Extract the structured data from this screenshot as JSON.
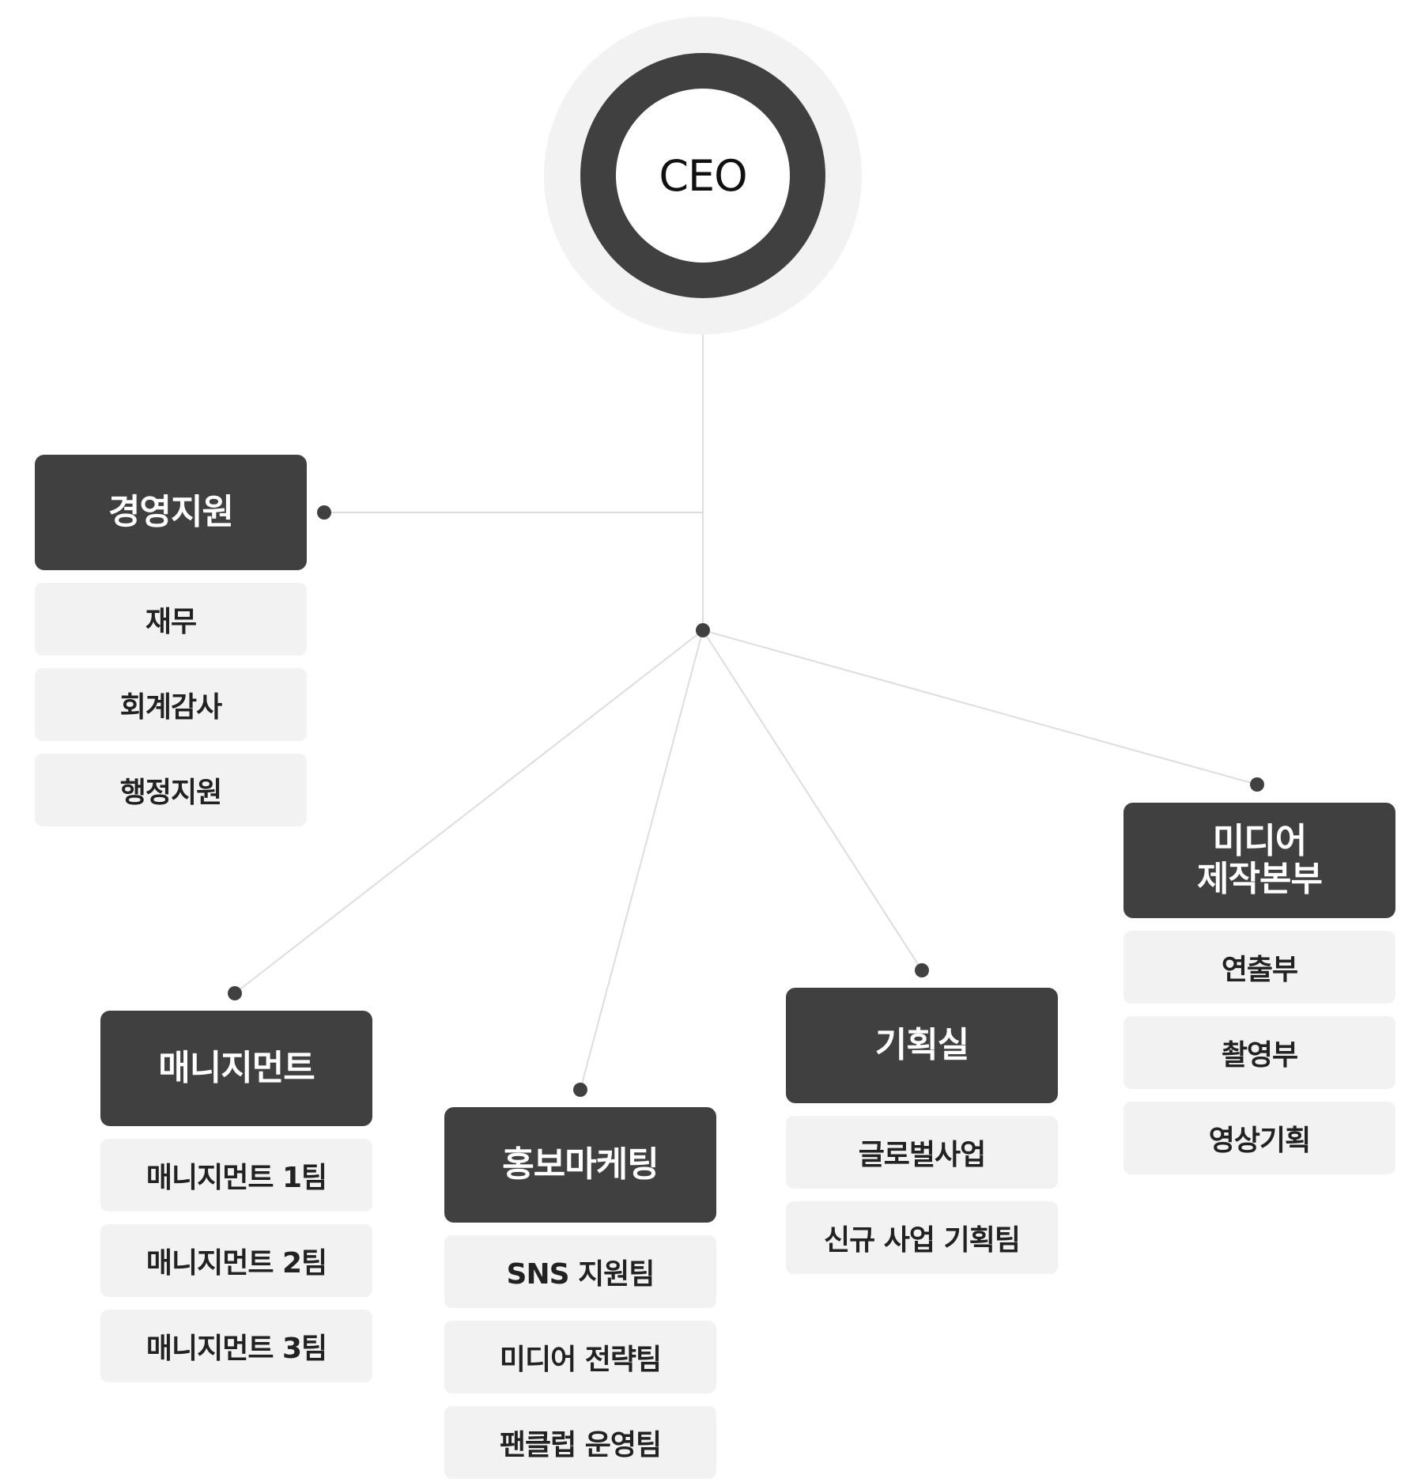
{
  "org": {
    "ceo": "CEO",
    "departments": [
      {
        "name": "경영지원",
        "teams": [
          "재무",
          "회계감사",
          "행정지원"
        ]
      },
      {
        "name": "매니지먼트",
        "teams": [
          "매니지먼트 1팀",
          "매니지먼트 2팀",
          "매니지먼트 3팀"
        ]
      },
      {
        "name": "홍보마케팅",
        "teams": [
          "SNS 지원팀",
          "미디어 전략팀",
          "팬클럽 운영팀"
        ]
      },
      {
        "name": "기획실",
        "teams": [
          "글로벌사업",
          "신규 사업 기획팀"
        ]
      },
      {
        "name": "미디어\n제작본부",
        "teams": [
          "연출부",
          "촬영부",
          "영상기획"
        ]
      }
    ]
  },
  "colors": {
    "dark": "#404040",
    "light": "#f2f2f2",
    "line": "#dddddd"
  }
}
